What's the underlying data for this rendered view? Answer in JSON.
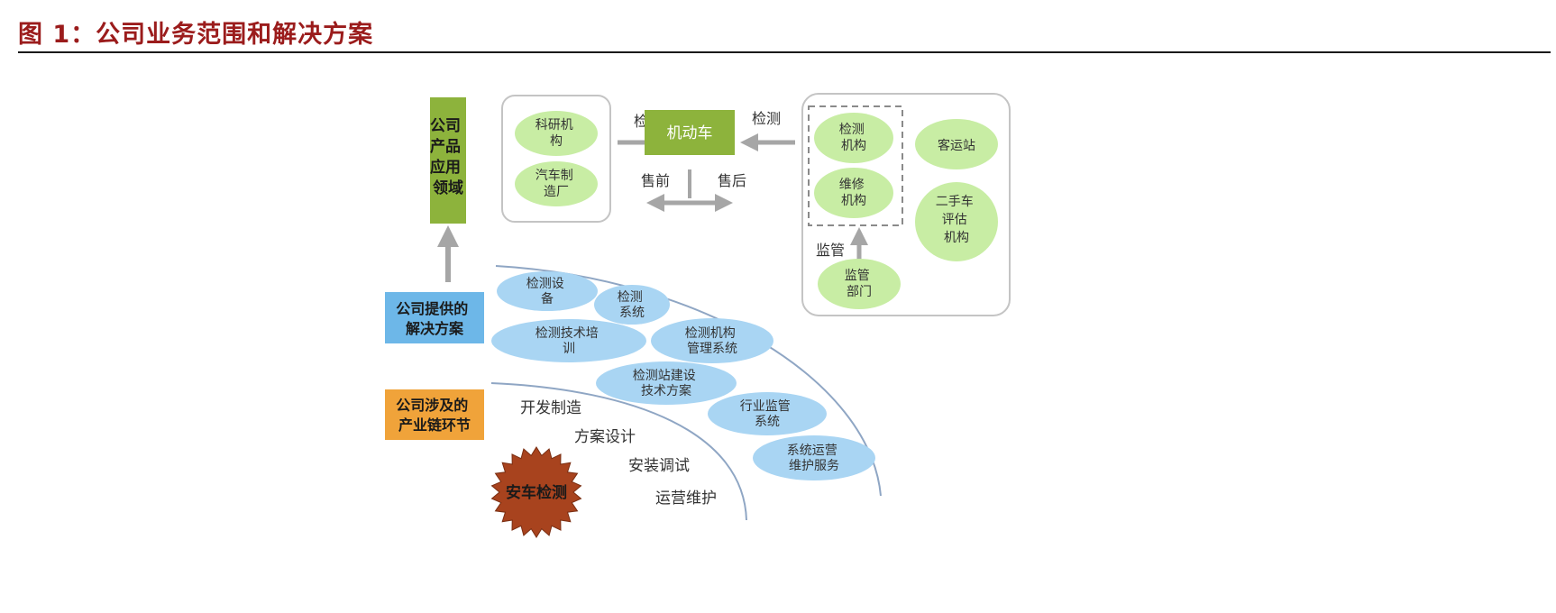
{
  "figure_title": "图 1：公司业务范围和解决方案",
  "application_domains": {
    "label": "公司产品应用领域",
    "lines": [
      "公司",
      "产品",
      "应用",
      "领域"
    ],
    "left_group": [
      {
        "lines": [
          "科研机",
          "构"
        ]
      },
      {
        "lines": [
          "汽车制",
          "造厂"
        ]
      }
    ],
    "center": "机动车",
    "left_arrow_label": "检测",
    "right_arrow_label": "检测",
    "pre_sale": "售前",
    "after_sale": "售后",
    "right_group_inner": [
      {
        "lines": [
          "检测",
          "机构"
        ]
      },
      {
        "lines": [
          "维修",
          "机构"
        ]
      }
    ],
    "right_group_outer": [
      {
        "lines": [
          "客运站"
        ]
      },
      {
        "lines": [
          "二手车",
          "评估",
          "机构"
        ]
      }
    ],
    "supervision_label": "监管",
    "supervisor": {
      "lines": [
        "监管",
        "部门"
      ]
    }
  },
  "solutions": {
    "label_lines": [
      "公司提供的",
      "解决方案"
    ],
    "items": [
      {
        "lines": [
          "检测设",
          "备"
        ]
      },
      {
        "lines": [
          "检测",
          "系统"
        ]
      },
      {
        "lines": [
          "检测技术培",
          "训"
        ]
      },
      {
        "lines": [
          "检测机构",
          "管理系统"
        ]
      },
      {
        "lines": [
          "检测站建设",
          "技术方案"
        ]
      },
      {
        "lines": [
          "行业监管",
          "系统"
        ]
      },
      {
        "lines": [
          "系统运营",
          "维护服务"
        ]
      }
    ]
  },
  "industry_chain": {
    "label_lines": [
      "公司涉及的",
      "产业链环节"
    ],
    "steps": [
      "开发制造",
      "方案设计",
      "安装调试",
      "运营维护"
    ]
  },
  "brand_badge": "安车检测",
  "colors": {
    "title_red": "#9b1c1c",
    "domain_green": "#8db33c",
    "node_green": "#c8eda4",
    "node_blue": "#a9d5f3",
    "solution_label_blue": "#6db7e8",
    "chain_label_orange": "#f0a33a",
    "badge_brown": "#a8431e",
    "arrow_gray": "#a6a6a6"
  }
}
